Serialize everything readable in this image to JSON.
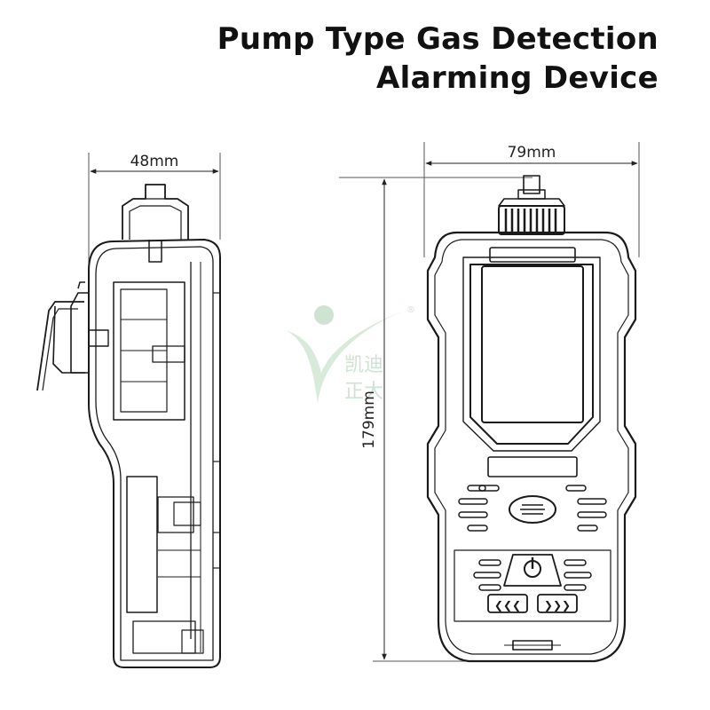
{
  "title": {
    "line1": "Pump Type Gas Detection",
    "line2": "Alarming Device"
  },
  "dimensions": {
    "side_width": "48mm",
    "front_width": "79mm",
    "height": "179mm"
  },
  "watermark": {
    "text_line1": "凯迪",
    "text_line2": "正大",
    "registered": "®"
  },
  "front_panel": {
    "left_button_glyph": "❮❮❮",
    "right_button_glyph": "❯❯❯"
  },
  "colors": {
    "line": "#1a1a1a",
    "watermark": "#cfe3d3"
  }
}
